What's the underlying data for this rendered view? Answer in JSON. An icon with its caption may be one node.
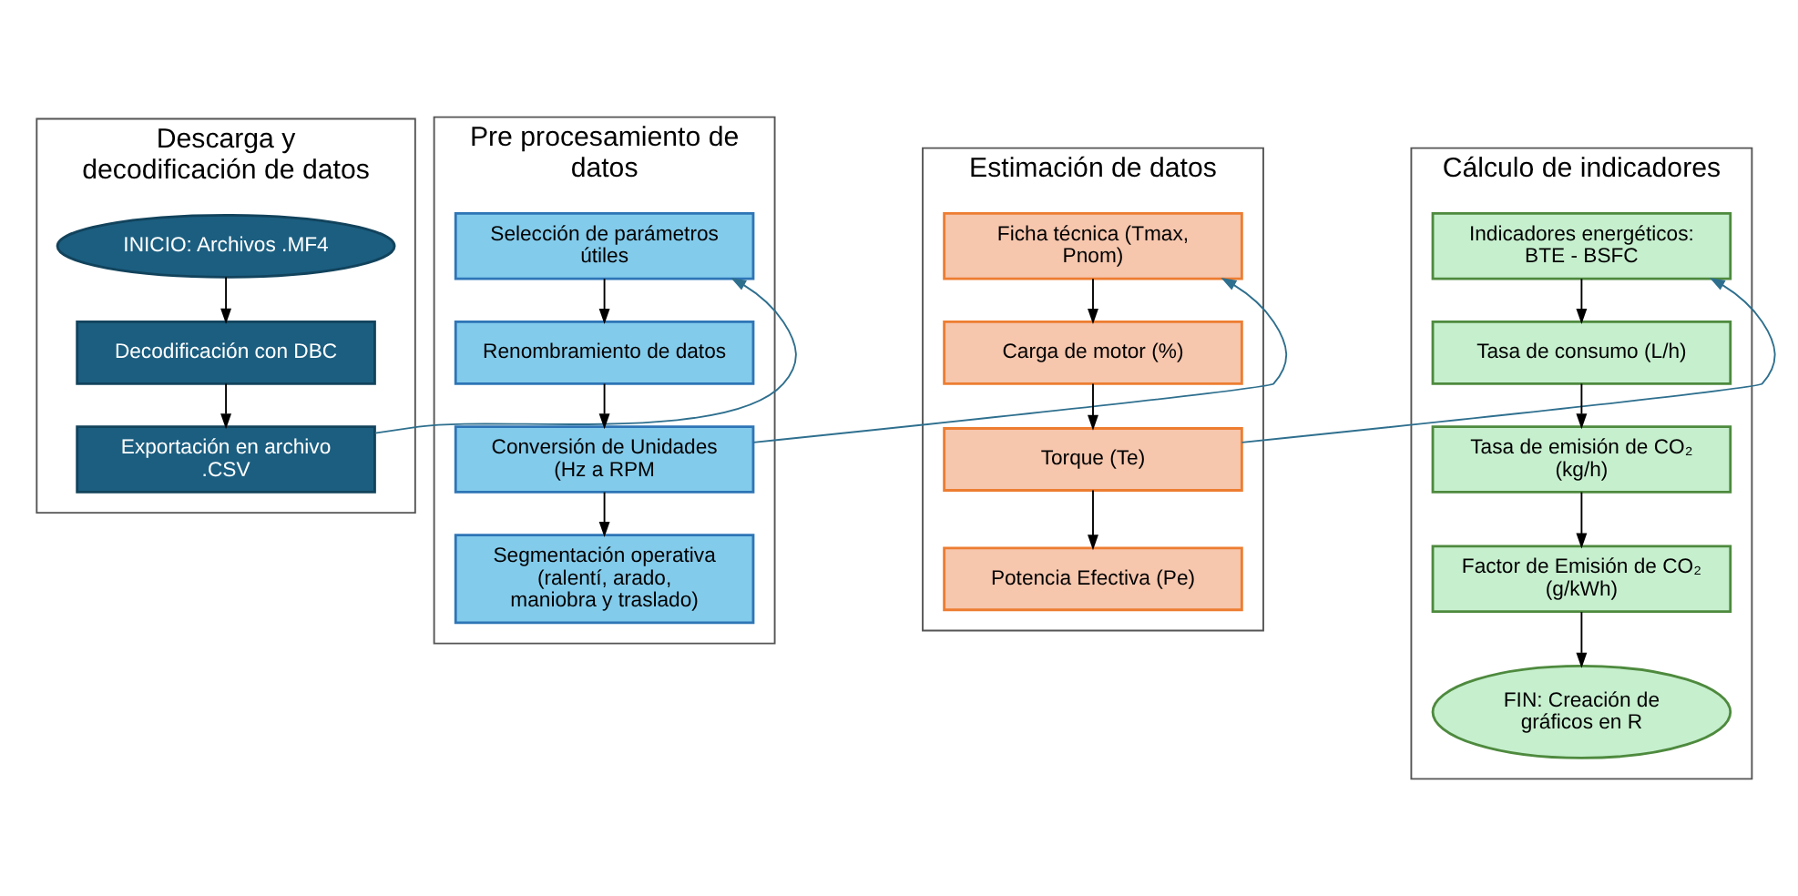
{
  "diagram": {
    "nodes": [
      {
        "text": [
          "Descarga y decodificación de datos"
        ]
      },
      {
        "text": [
          "INICIO: Archivos .MF4"
        ],
        "in": 0
      },
      {
        "text": [
          "Decodificación con DBC"
        ],
        "in": 0
      },
      {
        "text": [
          "Exportación en archivo .CSV"
        ],
        "in": 0
      },
      {
        "text": [
          "Pre procesamiento de datos"
        ]
      },
      {
        "text": [
          "Selección de parámetros útiles"
        ],
        "in": 4
      },
      {
        "text": [
          "Renombramiento de datos"
        ],
        "in": 4
      },
      {
        "text": [
          "Conversión de Unidades (Hz a RPM"
        ],
        "in": 4
      },
      {
        "text": [
          "Segmentación operativa (ralentí, arado, maniobra y traslado)"
        ],
        "in": 4
      },
      {
        "text": [
          "Estimación de datos"
        ]
      },
      {
        "text": [
          "Ficha técnica (Tmax, Pnom)"
        ],
        "in": 9
      },
      {
        "text": [
          "Carga de motor (%)"
        ],
        "in": 9
      },
      {
        "text": [
          "Torque (Te)"
        ],
        "in": 9
      },
      {
        "text": [
          "Potencia Efectiva (Pe)"
        ],
        "in": 9
      },
      {
        "text": [
          "Cálculo de indicadores"
        ]
      },
      {
        "text": [
          "Indicadores energéticos: BTE - BSFC"
        ],
        "in": 14
      },
      {
        "text": [
          "Tasa de consumo (L/h)"
        ],
        "in": 14
      },
      {
        "text": [
          "Tasa de emisión de CO₂ (kg/h)"
        ],
        "in": 14
      },
      {
        "text": [
          "Factor de Emisión de CO₂ (g/kWh)"
        ],
        "in": 14
      },
      {
        "text": [
          "FIN: Creación de gráficos en R"
        ],
        "in": 14
      }
    ],
    "edges": [
      {
        "from": 1,
        "to": 2,
        "arrow": "to"
      },
      {
        "from": 2,
        "to": 3,
        "arrow": "to"
      },
      {
        "from": 3,
        "to": 5,
        "arrow": "to",
        "color": "#2e6f8e"
      },
      {
        "from": 5,
        "to": 6,
        "arrow": "to"
      },
      {
        "from": 6,
        "to": 7,
        "arrow": "to"
      },
      {
        "from": 7,
        "to": 8,
        "arrow": "to"
      },
      {
        "from": 7,
        "to": 10,
        "arrow": "to",
        "color": "#2e6f8e"
      },
      {
        "from": 10,
        "to": 11,
        "arrow": "to"
      },
      {
        "from": 11,
        "to": 12,
        "arrow": "to"
      },
      {
        "from": 12,
        "to": 13,
        "arrow": "to"
      },
      {
        "from": 12,
        "to": 15,
        "arrow": "to",
        "color": "#2e6f8e"
      },
      {
        "from": 15,
        "to": 16,
        "arrow": "to"
      },
      {
        "from": 16,
        "to": 17,
        "arrow": "to"
      },
      {
        "from": 17,
        "to": 18,
        "arrow": "to"
      },
      {
        "from": 18,
        "to": 19,
        "arrow": "to"
      }
    ]
  }
}
